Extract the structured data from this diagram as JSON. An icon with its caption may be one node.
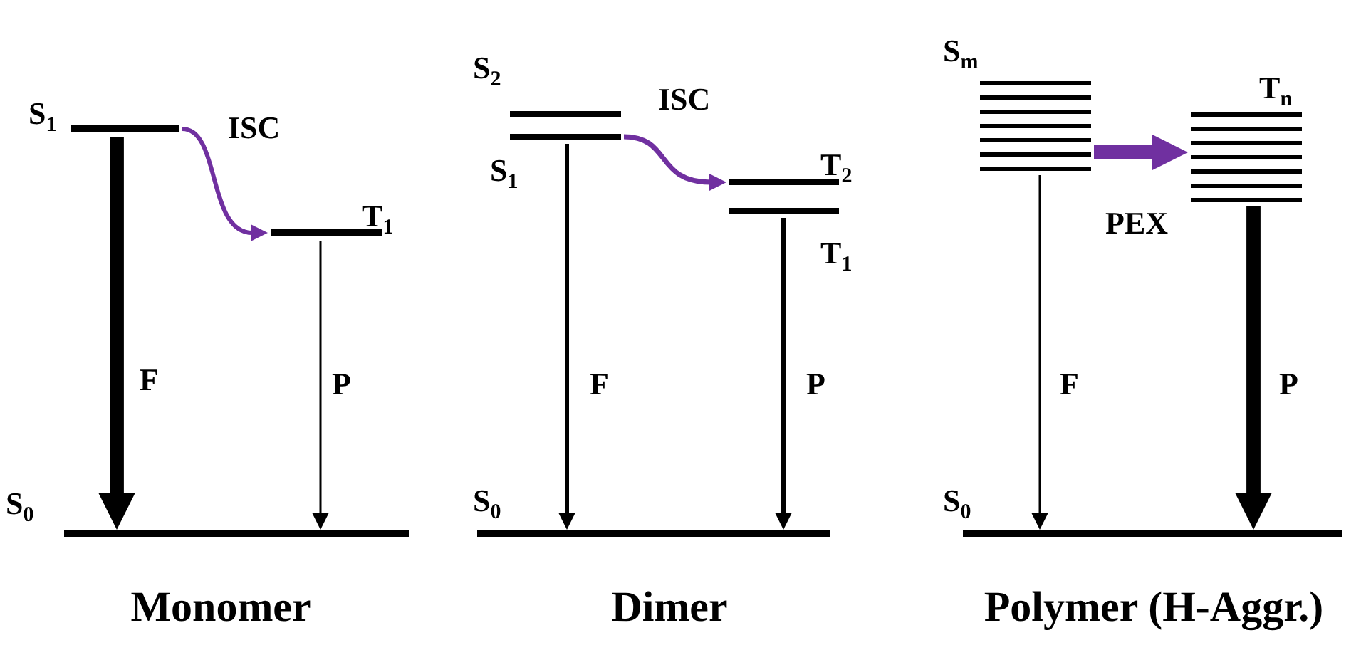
{
  "diagram": {
    "nodes": [
      {
        "text": [
          "S$_{1}$"
        ]
      },
      {
        "text": [
          "T$_{1}$"
        ]
      },
      {
        "text": [
          "S$_{0}$"
        ]
      },
      {
        "text": [
          "S$_{2}$"
        ]
      },
      {
        "text": [
          "S$_{1}$"
        ]
      },
      {
        "text": [
          "T$_{2}$"
        ]
      },
      {
        "text": [
          "T$_{1}$"
        ]
      },
      {
        "text": [
          "S$_{0}$"
        ]
      },
      {
        "text": [
          "S$_{m}$"
        ]
      },
      {
        "text": [
          "T$_{n}$"
        ]
      },
      {
        "text": [
          "S$_{0}$"
        ]
      }
    ],
    "edges": [
      {
        "from": 0,
        "to": 2,
        "arrow": "to",
        "label": "F",
        "style": "thick"
      },
      {
        "from": 0,
        "to": 1,
        "arrow": "to",
        "label": "ISC",
        "color": "#7030a0"
      },
      {
        "from": 1,
        "to": 2,
        "arrow": "to",
        "label": "P"
      },
      {
        "from": 4,
        "to": 5,
        "arrow": "to",
        "label": "ISC",
        "color": "#7030a0"
      },
      {
        "from": 4,
        "to": 7,
        "arrow": "to",
        "label": "F"
      },
      {
        "from": 6,
        "to": 7,
        "arrow": "to",
        "label": "P"
      },
      {
        "from": 8,
        "to": 9,
        "arrow": "to",
        "label": "PEX",
        "style": "thick",
        "color": "#7030a0"
      },
      {
        "from": 8,
        "to": 10,
        "arrow": "to",
        "label": "F"
      },
      {
        "from": 9,
        "to": 10,
        "arrow": "to",
        "label": "P",
        "style": "thick"
      }
    ],
    "labels": [
      "Monomer",
      "Dimer",
      "Polymer (H-Aggr.)"
    ]
  }
}
